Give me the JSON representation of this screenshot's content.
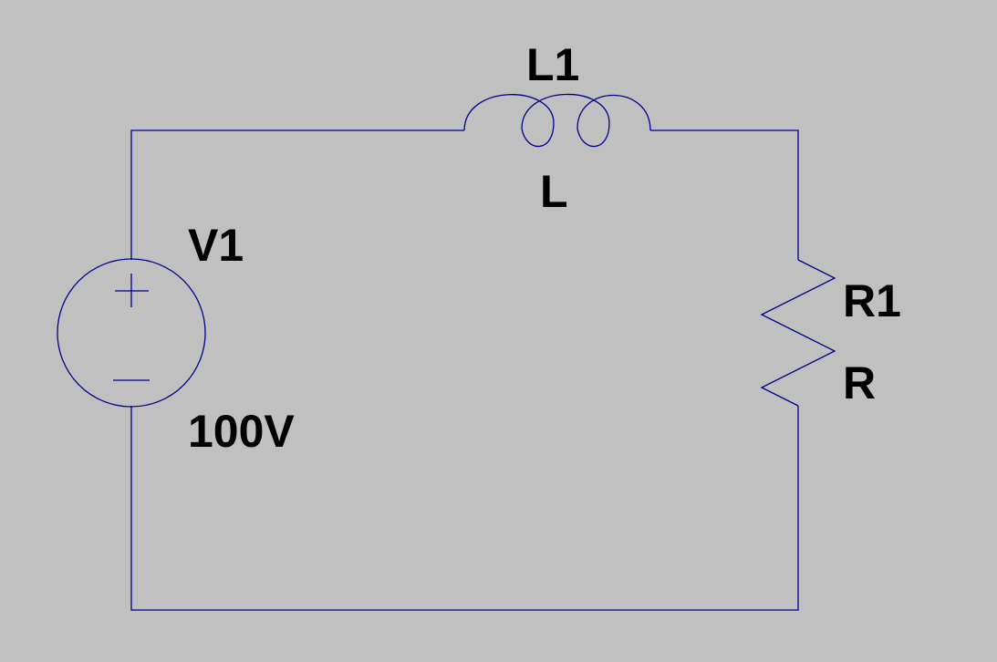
{
  "components": {
    "voltage_source": {
      "name": "V1",
      "value": "100V",
      "plus_symbol": "+",
      "minus_symbol": "−"
    },
    "inductor": {
      "name": "L1",
      "value": "L"
    },
    "resistor": {
      "name": "R1",
      "value": "R"
    }
  },
  "colors": {
    "background": "#c0c0c0",
    "wire": "#00008b",
    "label": "#000000"
  }
}
